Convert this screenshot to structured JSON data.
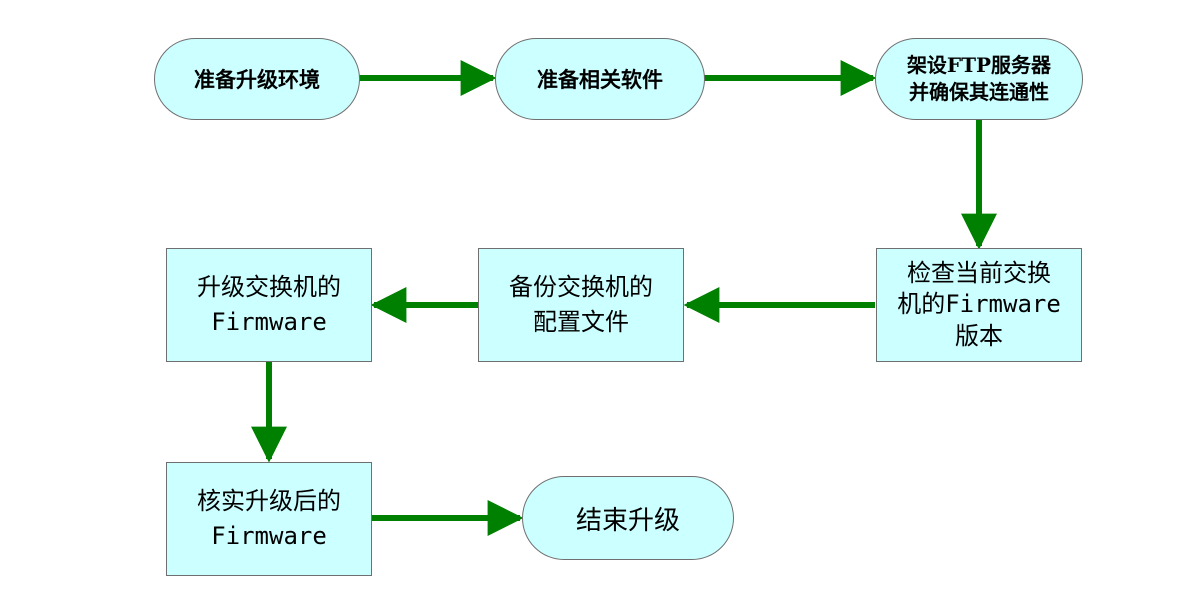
{
  "diagram": {
    "type": "flowchart",
    "arrow_color": "#008000",
    "node_fill": "#ccffff",
    "nodes": [
      {
        "id": "prep-env",
        "shape": "terminal",
        "lines": [
          "准备升级环境"
        ]
      },
      {
        "id": "prep-software",
        "shape": "terminal",
        "lines": [
          "准备相关软件"
        ]
      },
      {
        "id": "ftp-server",
        "shape": "terminal",
        "lines": [
          "架设FTP服务器",
          "并确保其连通性"
        ]
      },
      {
        "id": "check-firmware",
        "shape": "process",
        "lines": [
          "检查当前交换",
          "机的Firmware",
          "版本"
        ]
      },
      {
        "id": "backup-config",
        "shape": "process",
        "lines": [
          "备份交换机的",
          "配置文件"
        ]
      },
      {
        "id": "upgrade-firmware",
        "shape": "process",
        "lines": [
          "升级交换机的",
          "Firmware"
        ]
      },
      {
        "id": "verify-firmware",
        "shape": "process",
        "lines": [
          "核实升级后的",
          "Firmware"
        ]
      },
      {
        "id": "end-upgrade",
        "shape": "terminal",
        "lines": [
          "结束升级"
        ]
      }
    ],
    "edges": [
      {
        "from": "prep-env",
        "to": "prep-software"
      },
      {
        "from": "prep-software",
        "to": "ftp-server"
      },
      {
        "from": "ftp-server",
        "to": "check-firmware"
      },
      {
        "from": "check-firmware",
        "to": "backup-config"
      },
      {
        "from": "backup-config",
        "to": "upgrade-firmware"
      },
      {
        "from": "upgrade-firmware",
        "to": "verify-firmware"
      },
      {
        "from": "verify-firmware",
        "to": "end-upgrade"
      }
    ]
  }
}
